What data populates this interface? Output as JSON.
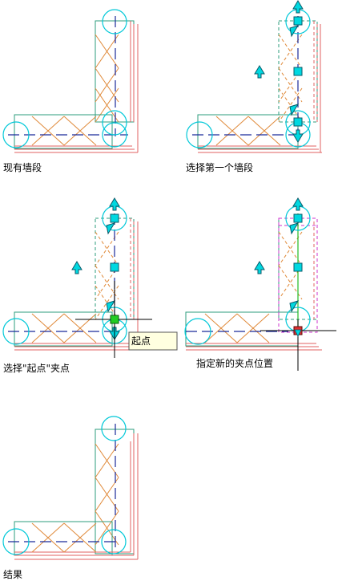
{
  "panels": [
    {
      "id": "p1",
      "caption": "现有墙段"
    },
    {
      "id": "p2",
      "caption": "选择第一个墙段"
    },
    {
      "id": "p3",
      "caption": "选择\"起点\"夹点"
    },
    {
      "id": "p4",
      "caption": "指定新的夹点位置"
    },
    {
      "id": "p5",
      "caption": "结果"
    }
  ],
  "tooltip": {
    "text": "起点"
  },
  "colors": {
    "wall_outline": "#2e9d7e",
    "wall_side_red": "#e06060",
    "hatch": "#e08a3a",
    "centerline": "#1a2a9a",
    "grip_circle": "#00c8d8",
    "grip_fill": "#00d8e0",
    "grip_edge": "#0a5a6a",
    "selected_grip": "#22cc22",
    "hot_grip": "#e03030",
    "crosshair": "#000000",
    "preview_magenta": "#cc33cc",
    "preview_green": "#22bb22",
    "tooltip_bg": "#ffffe0"
  }
}
